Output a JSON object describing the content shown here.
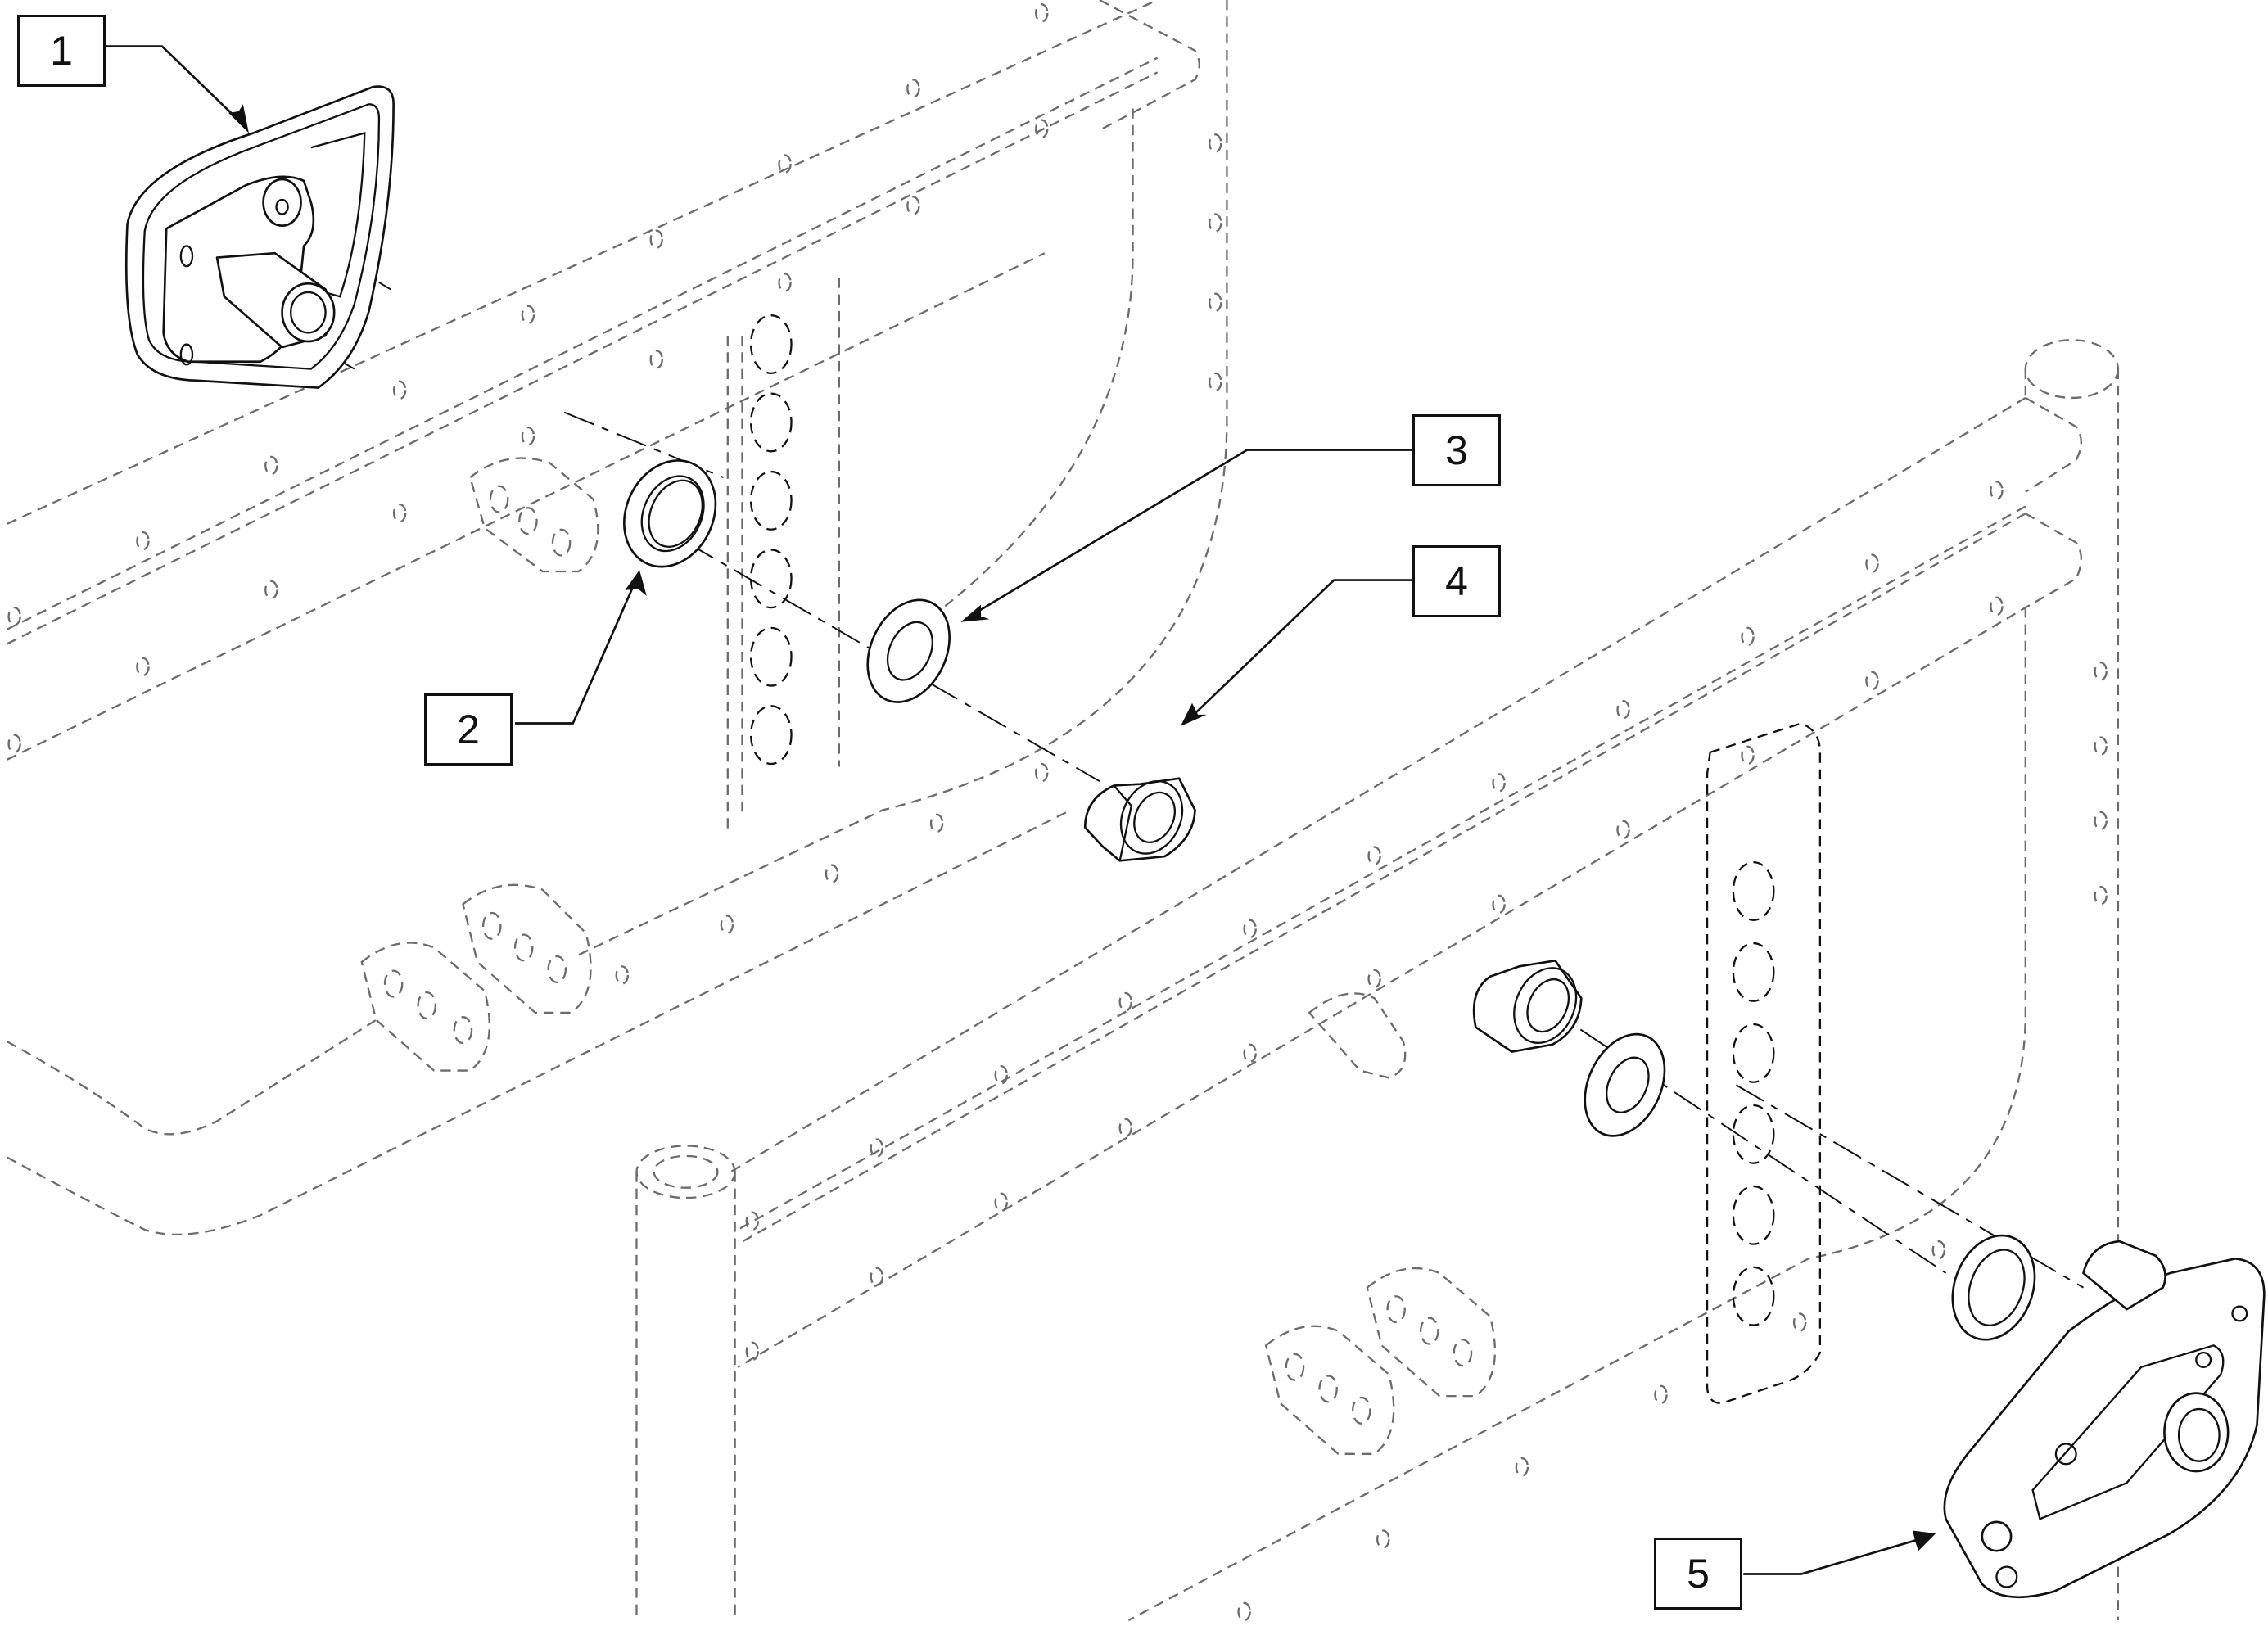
{
  "diagram": {
    "type": "exploded-assembly-parts-diagram",
    "callouts": [
      {
        "number": "1",
        "part": "latch-assembly-left"
      },
      {
        "number": "2",
        "part": "spacer-bushing"
      },
      {
        "number": "3",
        "part": "flat-washer"
      },
      {
        "number": "4",
        "part": "hex-nut"
      },
      {
        "number": "5",
        "part": "latch-assembly-right"
      }
    ],
    "colors": {
      "part_lines": "#111111",
      "hidden_frame_lines": "#6b6b6b",
      "background": "#ffffff"
    }
  }
}
